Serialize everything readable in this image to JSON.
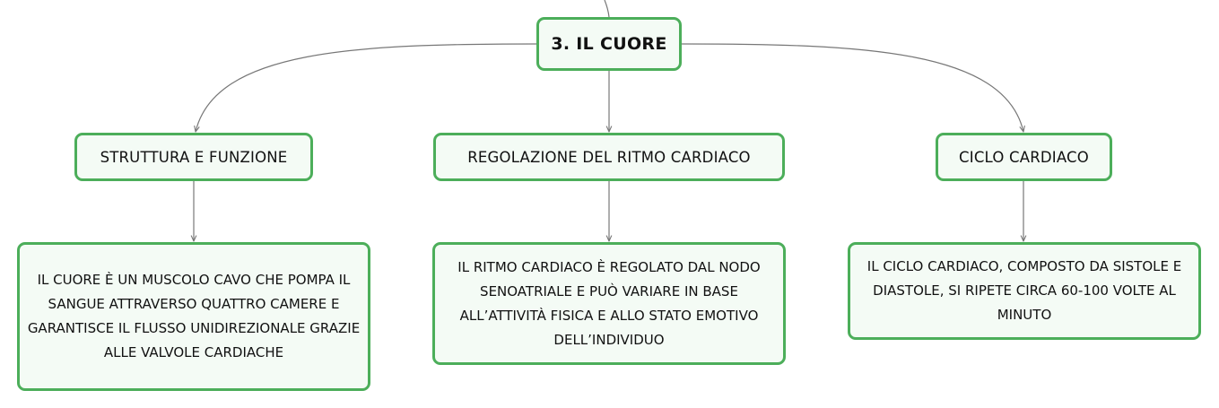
{
  "root": {
    "label": "3. IL CUORE"
  },
  "branches": [
    {
      "label": "STRUTTURA E FUNZIONE",
      "detail": "IL CUORE È UN MUSCOLO CAVO CHE POMPA IL SANGUE ATTRAVERSO QUATTRO CAMERE E GARANTISCE IL FLUSSO UNIDIREZIONALE GRAZIE ALLE VALVOLE CARDIACHE"
    },
    {
      "label": "REGOLAZIONE DEL RITMO CARDIACO",
      "detail": "IL RITMO CARDIACO È REGOLATO DAL NODO SENOATRIALE E PUÒ VARIARE IN BASE ALL’ATTIVITÀ FISICA E ALLO STATO EMOTIVO DELL’INDIVIDUO"
    },
    {
      "label": "CICLO CARDIACO",
      "detail": "IL CICLO CARDIACO, COMPOSTO DA SISTOLE E DIASTOLE, SI RIPETE CIRCA 60-100 VOLTE AL MINUTO"
    }
  ],
  "colors": {
    "node_border": "#4cae5a",
    "node_fill": "#f4fbf5",
    "connector": "#777777"
  }
}
